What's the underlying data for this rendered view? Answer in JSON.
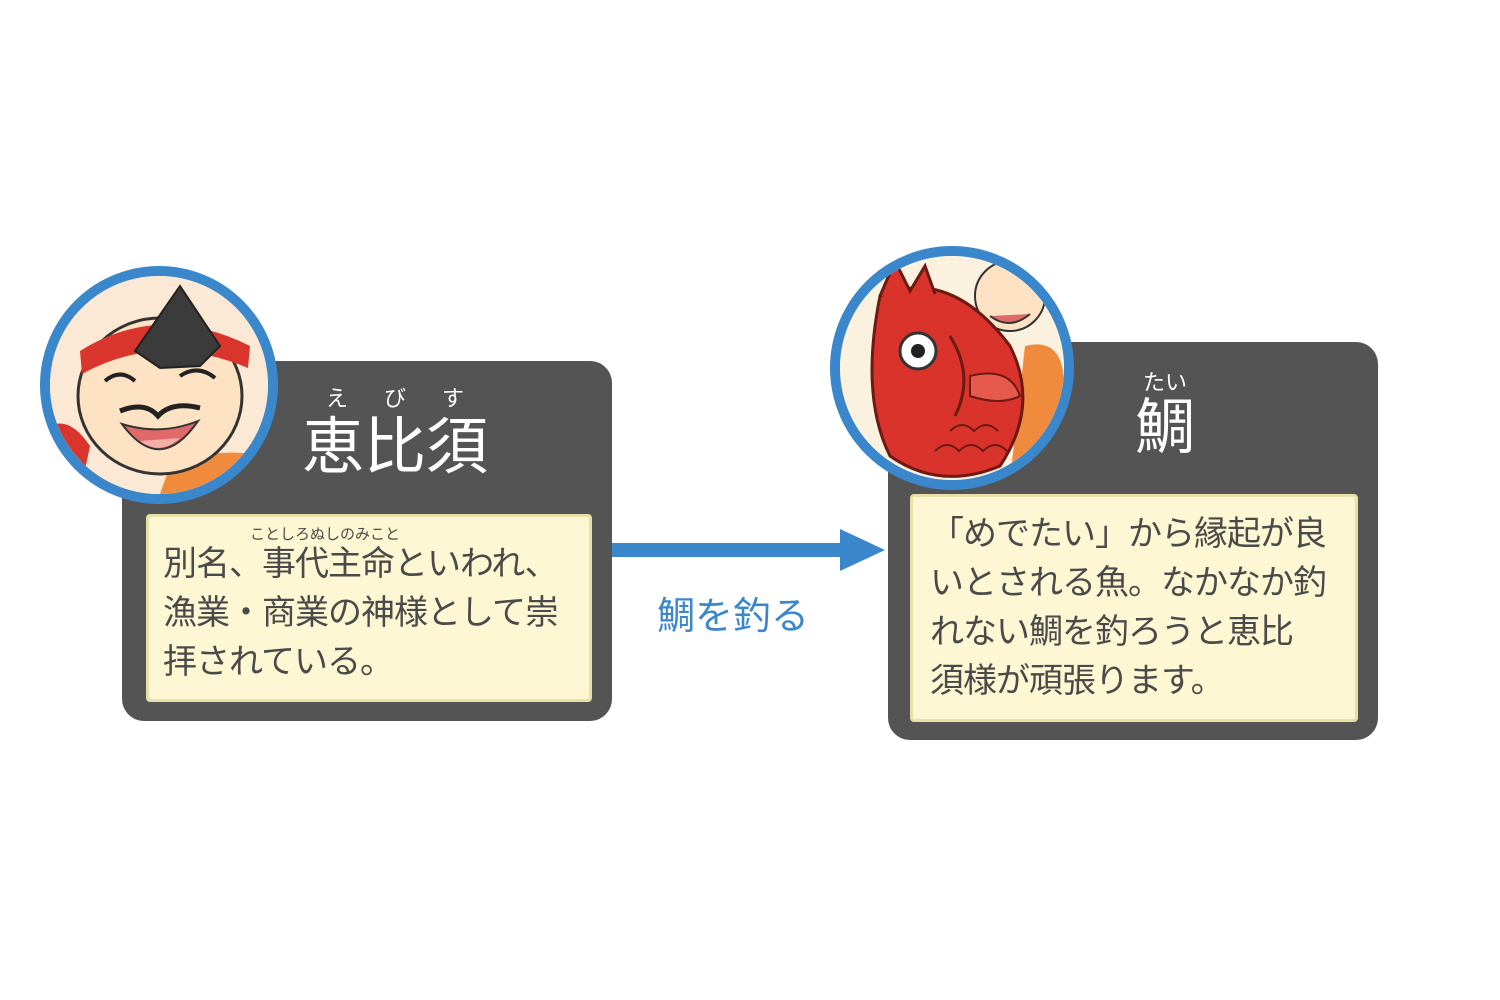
{
  "nodes": [
    {
      "id": "ebisu",
      "ruby": [
        "え",
        "び",
        "す"
      ],
      "title": "恵比須",
      "description_ruby": "ことしろぬしのみこと",
      "description_lines": [
        "別名、事代主命といわれ、",
        "漁業・商業の神様として崇",
        "拝されている。"
      ],
      "icon": "ebisu-portrait-icon"
    },
    {
      "id": "tai",
      "ruby": [
        "たい"
      ],
      "title": "鯛",
      "description_lines": [
        "「めでたい」から縁起が良",
        "いとされる魚。なかなか釣",
        "れない鯛を釣ろうと恵比",
        "須様が頑張ります。"
      ],
      "icon": "red-sea-bream-icon"
    }
  ],
  "edge": {
    "from": "ebisu",
    "to": "tai",
    "label": "鯛を釣る"
  },
  "colors": {
    "accent": "#3a87cc",
    "card": "#545454",
    "paper": "#fdf8d3",
    "text": "#4a4a4a"
  }
}
